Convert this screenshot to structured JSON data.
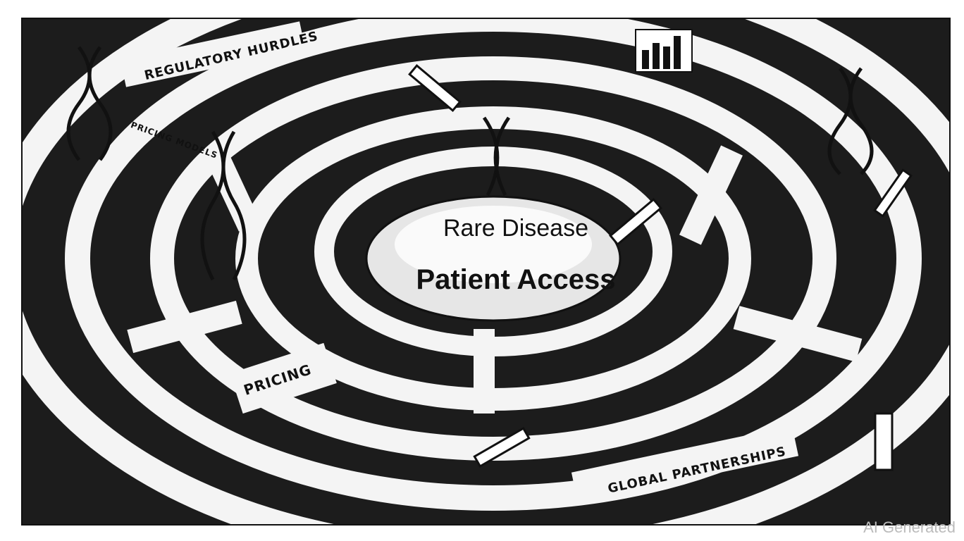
{
  "illustration": {
    "title_line1": "Rare Disease",
    "title_line2": "Patient Access",
    "labels": {
      "regulatory": "REGULATORY HURDLES",
      "pricing_models": "PRICING MODELS",
      "pricing": "PRICING",
      "global": "GLOBAL PARTNERSHIPS"
    }
  },
  "watermark": "AI Generated"
}
